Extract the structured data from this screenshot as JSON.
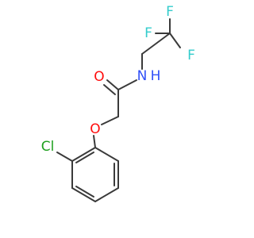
{
  "molecule": {
    "atoms": {
      "oxygen_carbonyl": {
        "symbol": "O",
        "color": "#ff0d0d"
      },
      "nitrogen_amide": {
        "symbol": "N",
        "color": "#3050f8"
      },
      "hydrogen_amide": {
        "symbol": "H",
        "color": "#3050f8"
      },
      "oxygen_ether": {
        "symbol": "O",
        "color": "#ff0d0d"
      },
      "chlorine": {
        "symbol": "Cl",
        "color": "#1fa01f"
      },
      "fluorine_1": {
        "symbol": "F",
        "color": "#33cccc"
      },
      "fluorine_2": {
        "symbol": "F",
        "color": "#33cccc"
      },
      "fluorine_3": {
        "symbol": "F",
        "color": "#33cccc"
      }
    },
    "bond_color": "#3a3a3a"
  }
}
